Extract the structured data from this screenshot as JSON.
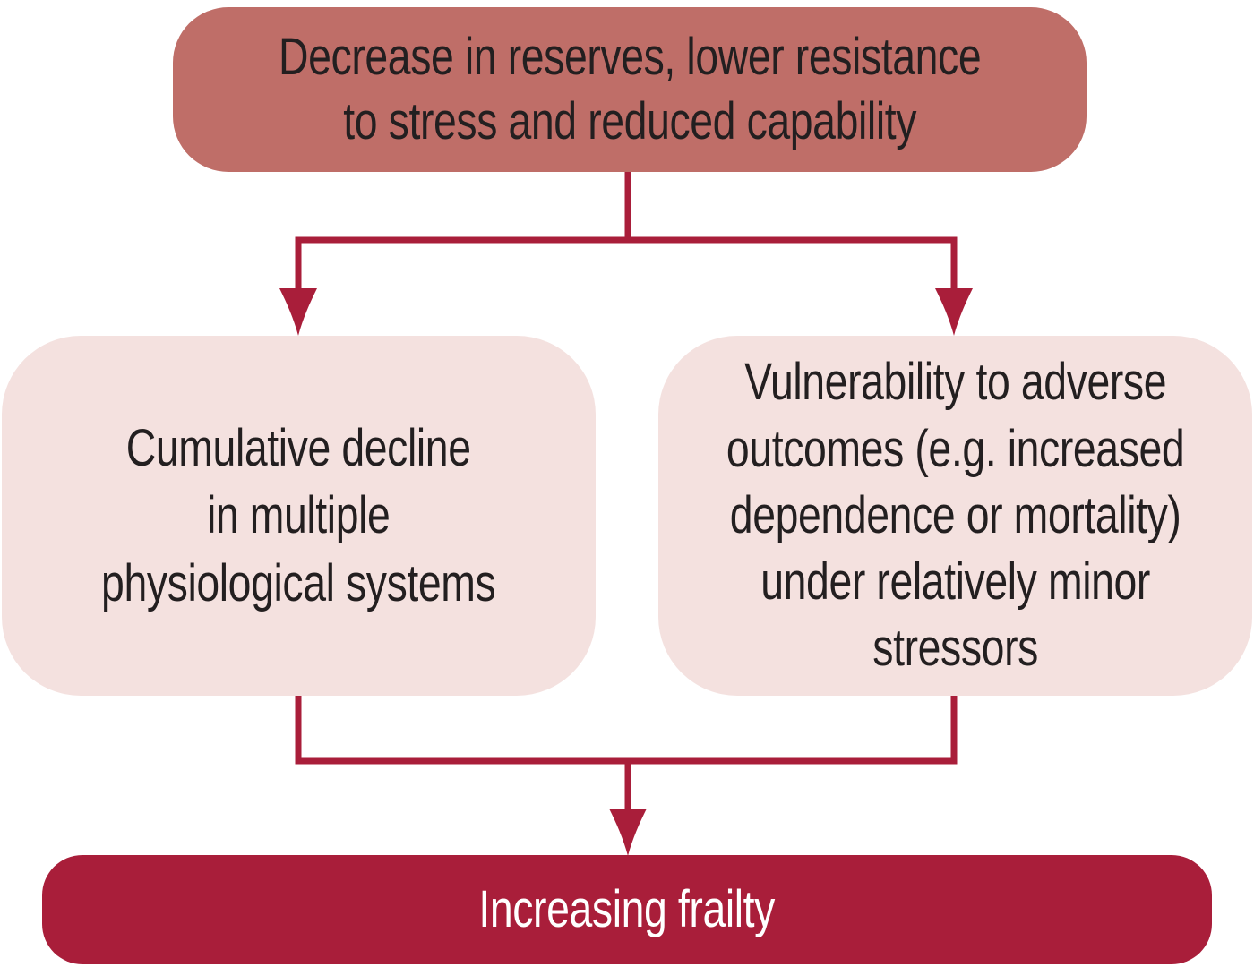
{
  "nodes": {
    "top": {
      "lines": [
        "Decrease in reserves, lower resistance",
        "to stress and reduced capability"
      ]
    },
    "left": {
      "lines": [
        "Cumulative decline",
        "in multiple",
        "physiological systems"
      ]
    },
    "right": {
      "lines": [
        "Vulnerability to adverse",
        "outcomes (e.g. increased",
        "dependence or mortality)",
        "under relatively minor",
        "stressors"
      ]
    },
    "bottom": {
      "lines": [
        "Increasing frailty"
      ]
    }
  },
  "connectors": [
    {
      "from": "top",
      "to": "left",
      "type": "arrow"
    },
    {
      "from": "top",
      "to": "right",
      "type": "arrow"
    },
    {
      "from": "left",
      "to": "bottom",
      "type": "arrow"
    },
    {
      "from": "right",
      "to": "bottom",
      "type": "arrow"
    }
  ],
  "colors": {
    "top_box": "#bf6e68",
    "side_box": "#f4e1df",
    "accent": "#a91e3a",
    "text_dark": "#231f20",
    "text_light": "#ffffff",
    "bg": "#ffffff"
  }
}
